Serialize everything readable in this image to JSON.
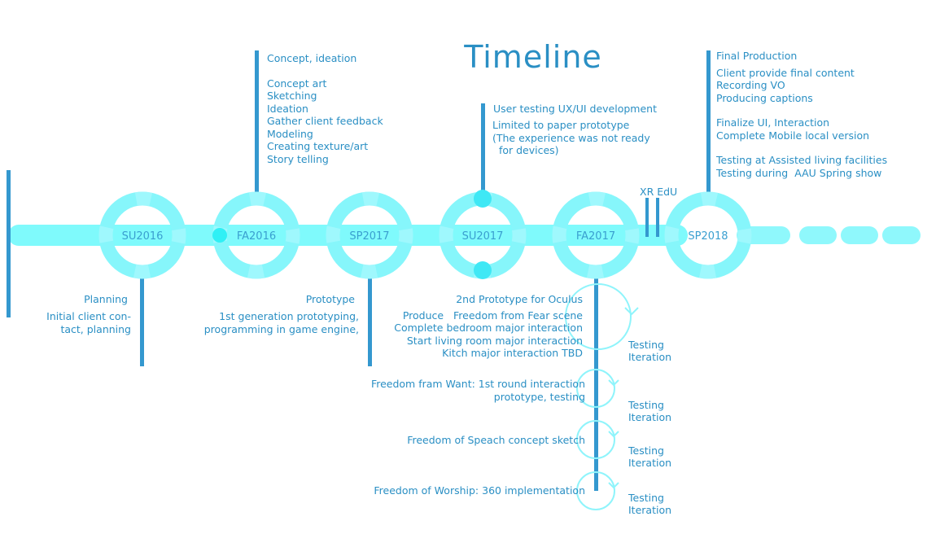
{
  "title": "Timeline",
  "nodes": [
    "SU2016",
    "FA2016",
    "SP2017",
    "SU2017",
    "FA2017",
    "SP2018"
  ],
  "xr_label": "XR EdU",
  "fa2016_top": {
    "heading": "Concept, ideation",
    "items": [
      "Concept art",
      "Sketching",
      "Ideation",
      "Gather client feedback",
      "Modeling",
      "Creating texture/art",
      "Story telling"
    ]
  },
  "su2017_top": {
    "heading": "User testing UX/UI development",
    "lines": [
      "Limited to paper  prototype",
      "(The experience was not ready",
      "  for devices)"
    ]
  },
  "sp2018_top": {
    "heading": "Final Production",
    "group1": [
      "Client provide final content",
      "Recording VO",
      "Producing captions"
    ],
    "group2": [
      "Finalize UI, Interaction",
      "Complete Mobile local version"
    ],
    "group3": [
      "Testing at Assisted living facilities",
      "Testing during  AAU Spring show"
    ]
  },
  "su2016_bottom": {
    "heading": "Planning",
    "lines": [
      "Initial client con-",
      "tact, planning"
    ]
  },
  "sp2017_bottom": {
    "heading": "Prototype",
    "lines": [
      "1st generation prototyping,",
      "programming in game engine,"
    ]
  },
  "fa2017_bottom": {
    "lines": [
      "2nd Prototype for Oculus",
      "Produce   Freedom from Fear scene",
      "Complete bedroom major interaction",
      "Start living room major interaction",
      "Kitch major interaction TBD"
    ],
    "want": [
      "Freedom fram Want: 1st round interaction",
      "prototype, testing"
    ],
    "speach": "Freedom of Speach concept sketch",
    "worship": "Freedom of Worship: 360 implementation"
  },
  "iterations": [
    {
      "line1": "Testing",
      "line2": "Iteration"
    },
    {
      "line1": "Testing",
      "line2": "Iteration"
    },
    {
      "line1": "Testing",
      "line2": "Iteration"
    },
    {
      "line1": "Testing",
      "line2": "Iteration"
    }
  ],
  "colors": {
    "track": "#7ffafc",
    "ring": "#86f6fb",
    "ring_dark": "#3fe8f5",
    "line": "#3498cf",
    "text": "#2a8fc4",
    "loop": "#8ff4fb"
  }
}
